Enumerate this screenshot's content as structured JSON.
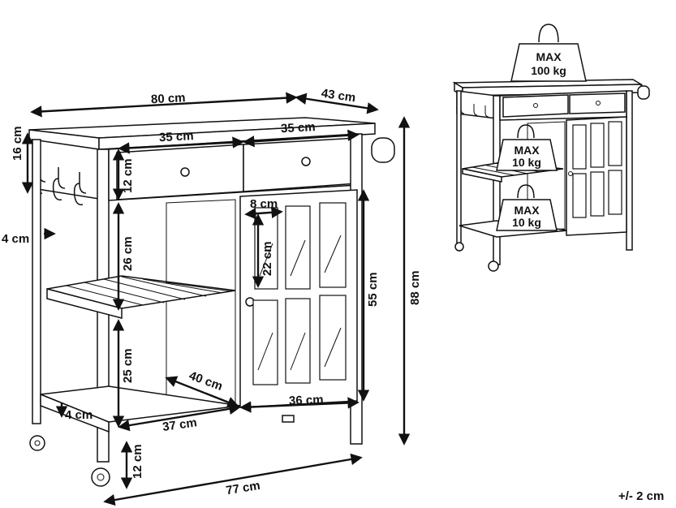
{
  "dimensions": {
    "top_width": "80 cm",
    "top_depth": "43 cm",
    "drawer_left_width": "35 cm",
    "drawer_right_width": "35 cm",
    "hook_height": "16 cm",
    "drawer_height": "12 cm",
    "side_offset": "4 cm",
    "upper_shelf_gap": "26 cm",
    "glass_pane_width": "8 cm",
    "glass_pane_height": "22 cm",
    "door_height": "55 cm",
    "total_height": "88 cm",
    "lower_shelf_gap": "25 cm",
    "shelf_depth": "40 cm",
    "bottom_rail": "4 cm",
    "shelf_width": "37 cm",
    "cabinet_width": "36 cm",
    "leg_height": "12 cm",
    "base_width": "77 cm"
  },
  "weights": {
    "top": {
      "line1": "MAX",
      "line2": "100 kg"
    },
    "upper_shelf": {
      "line1": "MAX",
      "line2": "10 kg"
    },
    "lower_shelf": {
      "line1": "MAX",
      "line2": "10 kg"
    }
  },
  "tolerance": "+/- 2 cm"
}
